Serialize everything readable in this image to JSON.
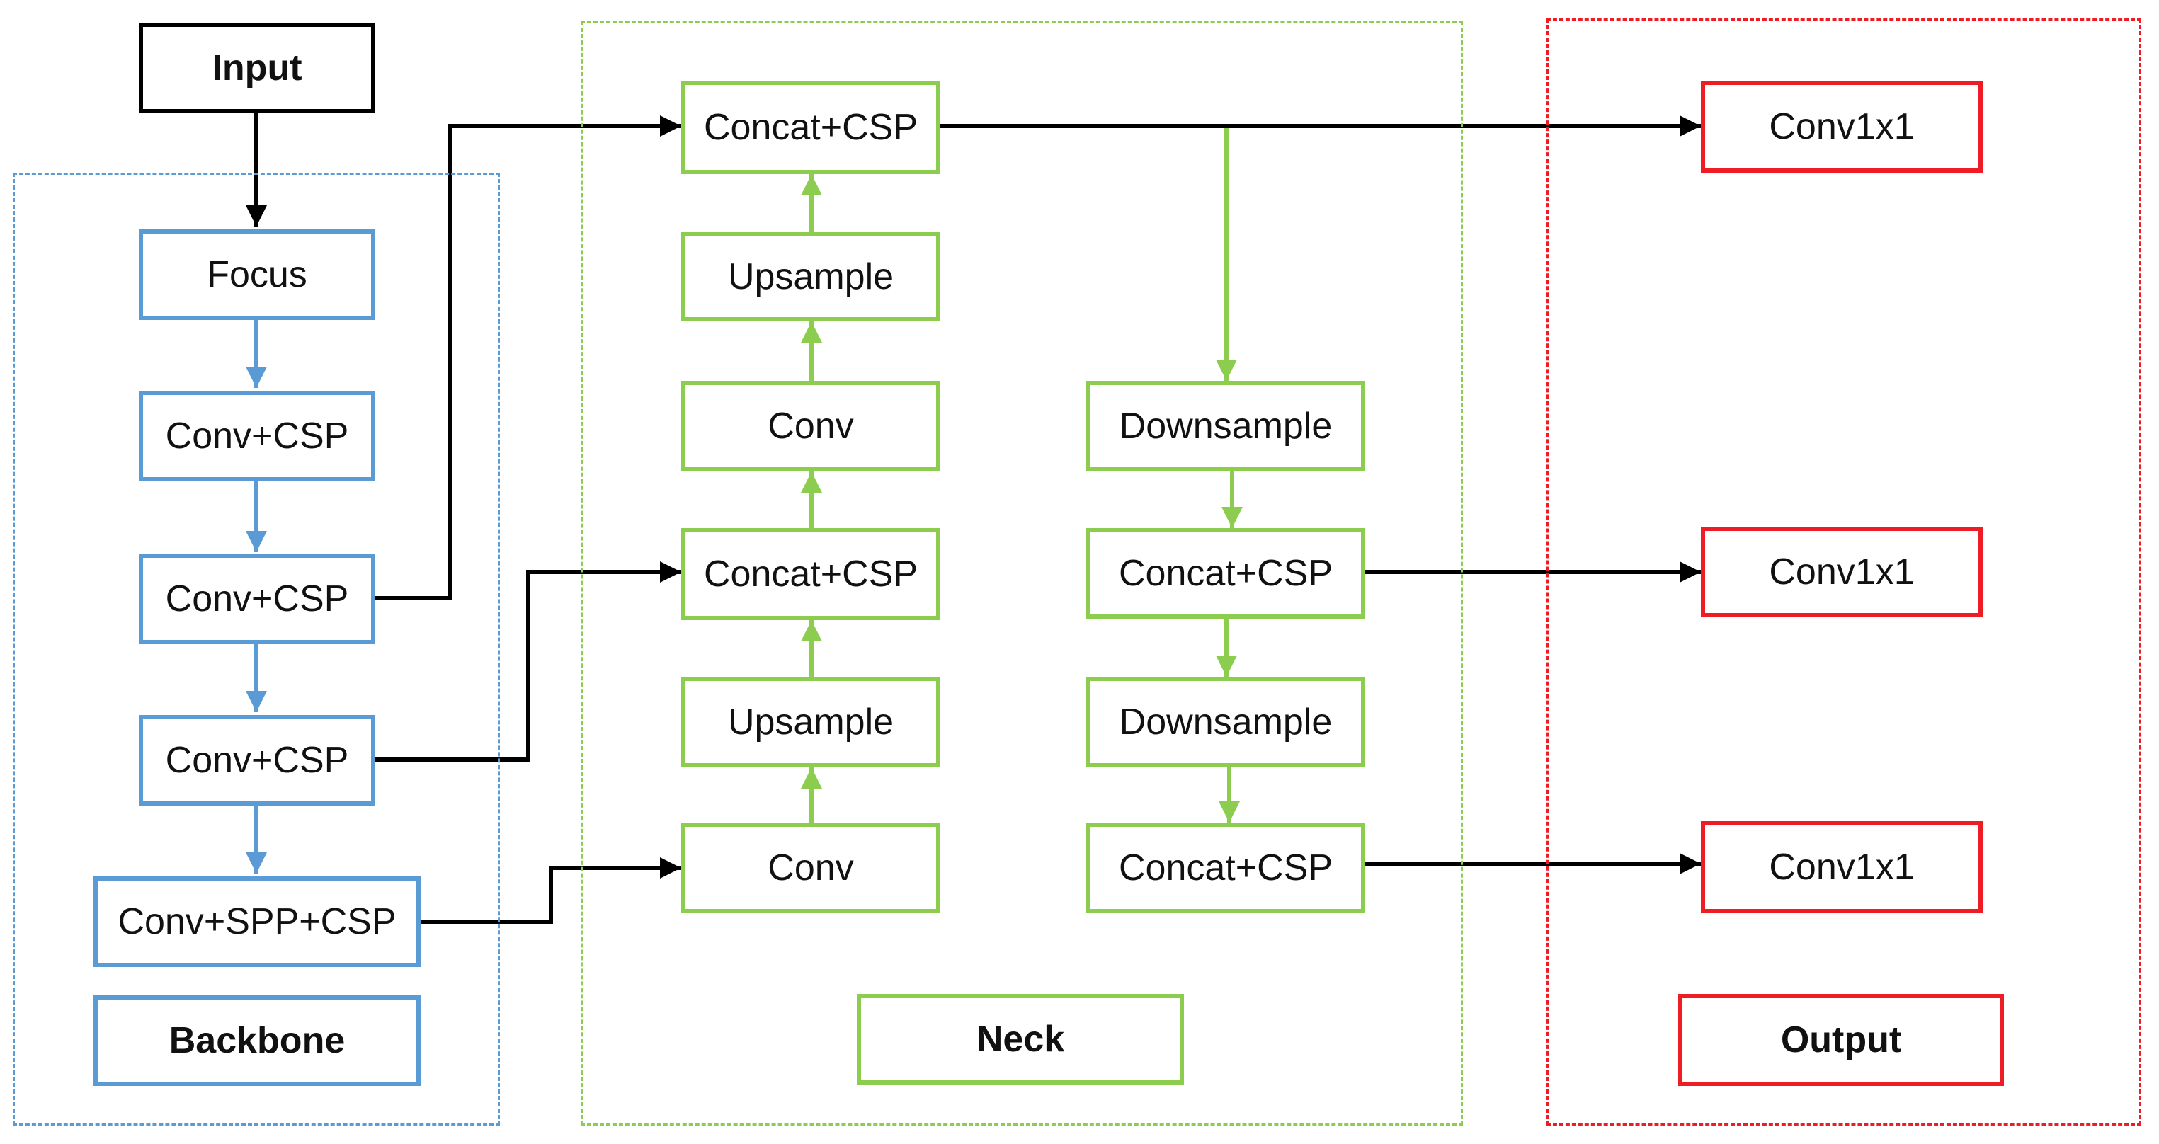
{
  "colors": {
    "input": "#000000",
    "backbone": "#5b9bd5",
    "neck": "#8ccc4e",
    "output": "#ee1c24",
    "edge_black": "#000000"
  },
  "regions": [
    {
      "id": "backbone-region",
      "color": "backbone"
    },
    {
      "id": "neck-region",
      "color": "neck"
    },
    {
      "id": "output-region",
      "color": "output"
    }
  ],
  "nodes": [
    {
      "id": "input",
      "label": "Input",
      "color": "input",
      "bold": true
    },
    {
      "id": "focus",
      "label": "Focus",
      "color": "backbone"
    },
    {
      "id": "conv-csp-1",
      "label": "Conv+CSP",
      "color": "backbone"
    },
    {
      "id": "conv-csp-2",
      "label": "Conv+CSP",
      "color": "backbone"
    },
    {
      "id": "conv-csp-3",
      "label": "Conv+CSP",
      "color": "backbone"
    },
    {
      "id": "conv-spp-csp",
      "label": "Conv+SPP+CSP",
      "color": "backbone"
    },
    {
      "id": "backbone-label",
      "label": "Backbone",
      "color": "backbone",
      "bold": true
    },
    {
      "id": "neck-concat-csp-top",
      "label": "Concat+CSP",
      "color": "neck"
    },
    {
      "id": "neck-upsample-1",
      "label": "Upsample",
      "color": "neck"
    },
    {
      "id": "neck-conv-1",
      "label": "Conv",
      "color": "neck"
    },
    {
      "id": "neck-concat-csp-mid",
      "label": "Concat+CSP",
      "color": "neck"
    },
    {
      "id": "neck-upsample-2",
      "label": "Upsample",
      "color": "neck"
    },
    {
      "id": "neck-conv-2",
      "label": "Conv",
      "color": "neck"
    },
    {
      "id": "neck-downsample-1",
      "label": "Downsample",
      "color": "neck"
    },
    {
      "id": "neck-concat-csp-r1",
      "label": "Concat+CSP",
      "color": "neck"
    },
    {
      "id": "neck-downsample-2",
      "label": "Downsample",
      "color": "neck"
    },
    {
      "id": "neck-concat-csp-r2",
      "label": "Concat+CSP",
      "color": "neck"
    },
    {
      "id": "neck-label",
      "label": "Neck",
      "color": "neck",
      "bold": true
    },
    {
      "id": "output-conv1x1-1",
      "label": "Conv1x1",
      "color": "output"
    },
    {
      "id": "output-conv1x1-2",
      "label": "Conv1x1",
      "color": "output"
    },
    {
      "id": "output-conv1x1-3",
      "label": "Conv1x1",
      "color": "output"
    },
    {
      "id": "output-label",
      "label": "Output",
      "color": "output",
      "bold": true
    }
  ],
  "edges": [
    {
      "from": "input",
      "to": "focus",
      "color": "edge_black"
    },
    {
      "from": "focus",
      "to": "conv-csp-1",
      "color": "backbone"
    },
    {
      "from": "conv-csp-1",
      "to": "conv-csp-2",
      "color": "backbone"
    },
    {
      "from": "conv-csp-2",
      "to": "conv-csp-3",
      "color": "backbone"
    },
    {
      "from": "conv-csp-3",
      "to": "conv-spp-csp",
      "color": "backbone"
    },
    {
      "from": "conv-csp-2",
      "to": "neck-concat-csp-top",
      "color": "edge_black"
    },
    {
      "from": "conv-csp-3",
      "to": "neck-concat-csp-mid",
      "color": "edge_black"
    },
    {
      "from": "conv-spp-csp",
      "to": "neck-conv-2",
      "color": "edge_black"
    },
    {
      "from": "neck-conv-2",
      "to": "neck-upsample-2",
      "color": "neck"
    },
    {
      "from": "neck-upsample-2",
      "to": "neck-concat-csp-mid",
      "color": "neck"
    },
    {
      "from": "neck-concat-csp-mid",
      "to": "neck-conv-1",
      "color": "neck"
    },
    {
      "from": "neck-conv-1",
      "to": "neck-upsample-1",
      "color": "neck"
    },
    {
      "from": "neck-upsample-1",
      "to": "neck-concat-csp-top",
      "color": "neck"
    },
    {
      "from": "neck-concat-csp-top",
      "to": "neck-downsample-1",
      "color": "neck"
    },
    {
      "from": "neck-downsample-1",
      "to": "neck-concat-csp-r1",
      "color": "neck"
    },
    {
      "from": "neck-concat-csp-r1",
      "to": "neck-downsample-2",
      "color": "neck"
    },
    {
      "from": "neck-downsample-2",
      "to": "neck-concat-csp-r2",
      "color": "neck"
    },
    {
      "from": "neck-concat-csp-top",
      "to": "output-conv1x1-1",
      "color": "edge_black"
    },
    {
      "from": "neck-concat-csp-r1",
      "to": "output-conv1x1-2",
      "color": "edge_black"
    },
    {
      "from": "neck-concat-csp-r2",
      "to": "output-conv1x1-3",
      "color": "edge_black"
    }
  ]
}
